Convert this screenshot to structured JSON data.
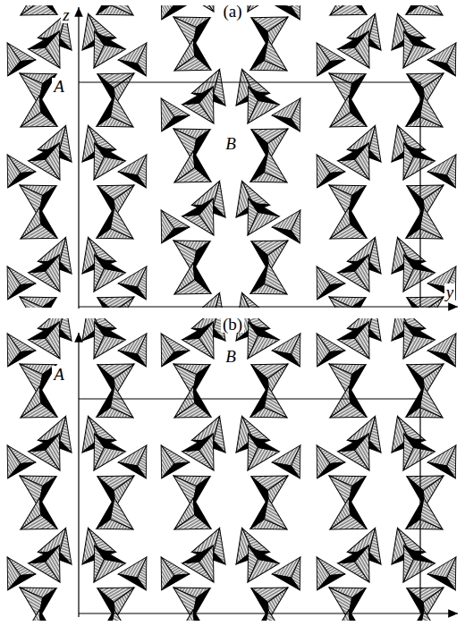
{
  "diagram": {
    "labels": [
      "(a)",
      "z",
      "A",
      "B",
      "y",
      "(b)",
      "A",
      "B"
    ]
  }
}
